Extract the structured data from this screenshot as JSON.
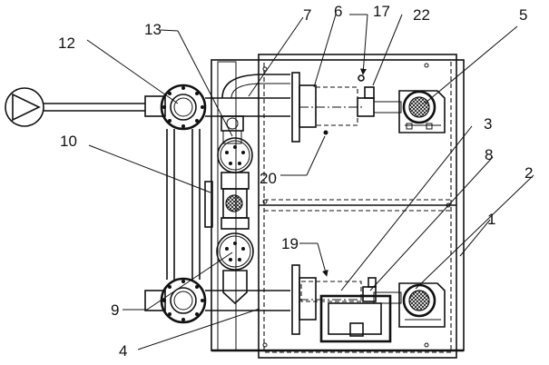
{
  "diagram": {
    "labels": {
      "l1": "1",
      "l2": "2",
      "l3": "3",
      "l4": "4",
      "l5": "5",
      "l6": "6",
      "l7": "7",
      "l8": "8",
      "l9": "9",
      "l10": "10",
      "l12": "12",
      "l13": "13",
      "l17": "17",
      "l19": "19",
      "l20": "20",
      "l22": "22"
    }
  }
}
